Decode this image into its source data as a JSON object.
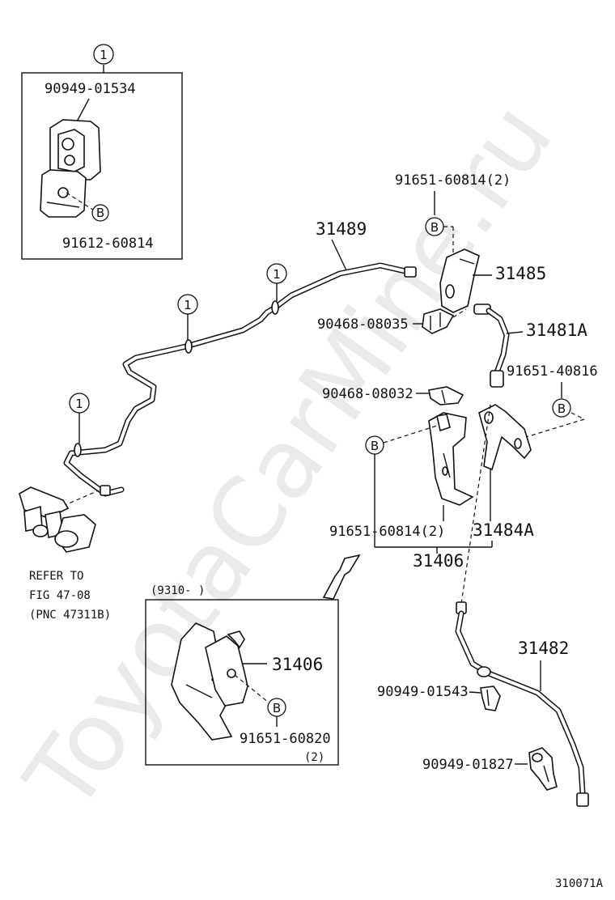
{
  "watermark": "ToyotaCarMine.ru",
  "figure_id": "310071A",
  "callout_1": "1",
  "callout_b": "B",
  "detail_box": {
    "top_part": "90949-01534",
    "bottom_part": "91612-60814"
  },
  "parts": {
    "p31489": "31489",
    "p31485": "31485",
    "p91651_60814_2_top": "91651-60814(2)",
    "p90468_08035": "90468-08035",
    "p31481A": "31481A",
    "p91651_40816": "91651-40816",
    "p90468_08032": "90468-08032",
    "p91651_60814_2_mid": "91651-60814(2)",
    "p31484A": "31484A",
    "p31406": "31406",
    "p31482": "31482",
    "p90949_01543": "90949-01543",
    "p90949_01827": "90949-01827"
  },
  "refer": {
    "line1": "REFER TO",
    "line2": "FIG 47-08",
    "line3": "(PNC 47311B)"
  },
  "inset": {
    "range": "(9310-        )",
    "part": "31406",
    "bolt": "91651-60820",
    "qty": "(2)"
  }
}
